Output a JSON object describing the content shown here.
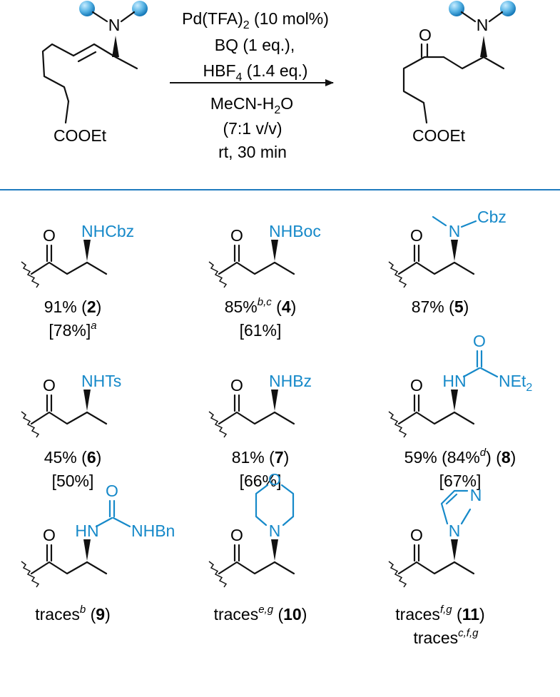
{
  "colors": {
    "accent": "#1689c9",
    "ink": "#111111",
    "divider": "#1f7bbf"
  },
  "scheme": {
    "reactant_ester": "COOEt",
    "reactant_N": "N",
    "product_ester": "COOEt",
    "product_N": "N",
    "product_O": "O",
    "conditions_above": {
      "line1_main": "Pd(TFA)",
      "line1_sub": "2",
      "line1_tail": " (10 mol%)",
      "line2": "BQ (1 eq.),",
      "line3_main": "HBF",
      "line3_sub": "4",
      "line3_tail": " (1.4 eq.)"
    },
    "conditions_below": {
      "line1_main": "MeCN-H",
      "line1_sub": "2",
      "line1_tail": "O",
      "line2": "(7:1 v/v)",
      "line3": "rt, 30 min"
    }
  },
  "entries": [
    {
      "id": "2",
      "o": "O",
      "amine": "NHCbz",
      "yield": "91% (",
      "sup": "",
      "mid": "",
      "num": "2",
      "close": ")",
      "iso": "[78%]",
      "iso_sup": "a"
    },
    {
      "id": "4",
      "o": "O",
      "amine": "NHBoc",
      "yield": "85%",
      "sup": "b,c",
      "mid": " (",
      "num": "4",
      "close": ")",
      "iso": "[61%]",
      "iso_sup": ""
    },
    {
      "id": "5",
      "o": "O",
      "amine_N": "N",
      "amine_sub": "Cbz",
      "yield": "87% (",
      "sup": "",
      "mid": "",
      "num": "5",
      "close": ")",
      "iso": "",
      "iso_sup": ""
    },
    {
      "id": "6",
      "o": "O",
      "amine": "NHTs",
      "yield": "45% (",
      "sup": "",
      "mid": "",
      "num": "6",
      "close": ")",
      "iso": "[50%]",
      "iso_sup": ""
    },
    {
      "id": "7",
      "o": "O",
      "amine": "NHBz",
      "yield": "81% (",
      "sup": "",
      "mid": "",
      "num": "7",
      "close": ")",
      "iso": "[66%]",
      "iso_sup": ""
    },
    {
      "id": "8",
      "o": "O",
      "urea_O": "O",
      "urea_HN": "HN",
      "urea_N_main": "NEt",
      "urea_N_sub": "2",
      "yield": "59% (84%",
      "sup": "d",
      "mid": ") (",
      "num": "8",
      "close": ")",
      "iso": "[67%]",
      "iso_sup": ""
    },
    {
      "id": "9",
      "o": "O",
      "urea_O": "O",
      "urea_HN": "HN",
      "urea_N": "NHBn",
      "yield": "traces",
      "sup": "b",
      "mid": " (",
      "num": "9",
      "close": ")",
      "iso": "",
      "iso_sup": ""
    },
    {
      "id": "10",
      "o": "O",
      "morph_O": "O",
      "morph_N": "N",
      "yield": "traces",
      "sup": "e,g",
      "mid": " (",
      "num": "10",
      "close": ")",
      "iso": "",
      "iso_sup": ""
    },
    {
      "id": "11",
      "o": "O",
      "imid_N1": "N",
      "imid_N3": "N",
      "yield": "traces",
      "sup": "f,g",
      "mid": " (",
      "num": "11",
      "close": ")",
      "iso": "traces",
      "iso_sup": "c,f,g"
    }
  ]
}
